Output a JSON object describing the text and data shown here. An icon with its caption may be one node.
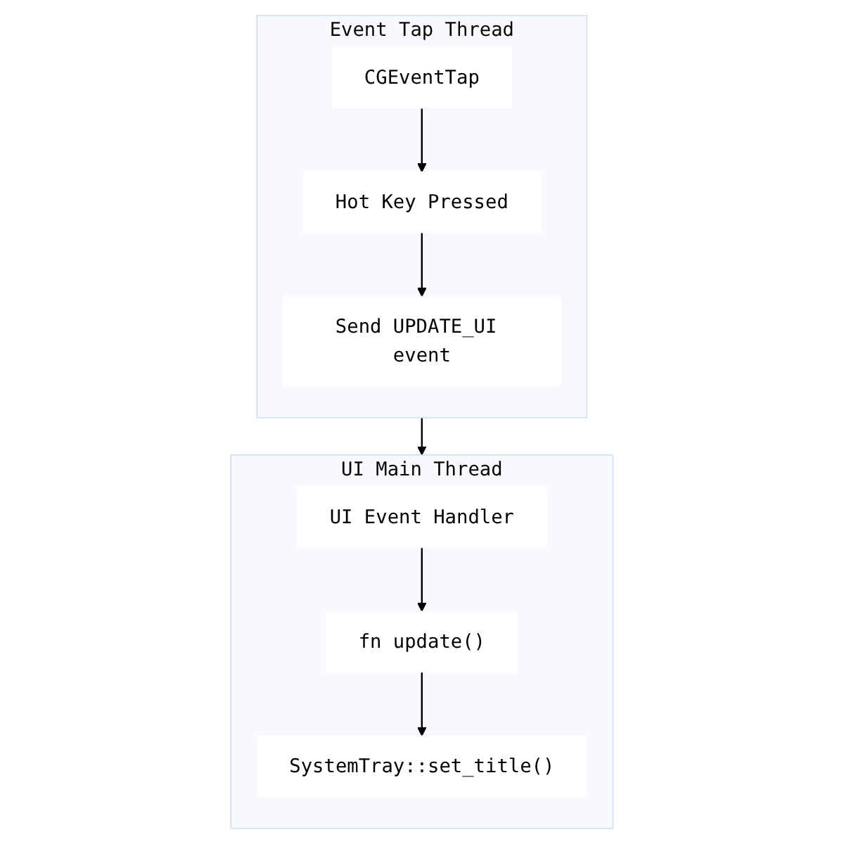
{
  "diagram": {
    "nodes": [
      {
        "text": [
          "Event Tap Thread"
        ]
      },
      {
        "text": [
          "CGEventTap"
        ],
        "in": 0
      },
      {
        "text": [
          "Hot Key Pressed"
        ],
        "in": 0
      },
      {
        "text": [
          "Send UPDATE_UI event"
        ],
        "in": 0
      },
      {
        "text": [
          "UI Main Thread"
        ]
      },
      {
        "text": [
          "UI Event Handler"
        ],
        "in": 4
      },
      {
        "text": [
          "fn update()"
        ],
        "in": 4
      },
      {
        "text": [
          "SystemTray::set_title()"
        ],
        "in": 4
      }
    ],
    "edges": [
      {
        "from": 1,
        "to": 2,
        "arrow": "to"
      },
      {
        "from": 2,
        "to": 3,
        "arrow": "to"
      },
      {
        "from": 0,
        "to": 4,
        "arrow": "to"
      },
      {
        "from": 5,
        "to": 6,
        "arrow": "to"
      },
      {
        "from": 6,
        "to": 7,
        "arrow": "to"
      }
    ]
  }
}
